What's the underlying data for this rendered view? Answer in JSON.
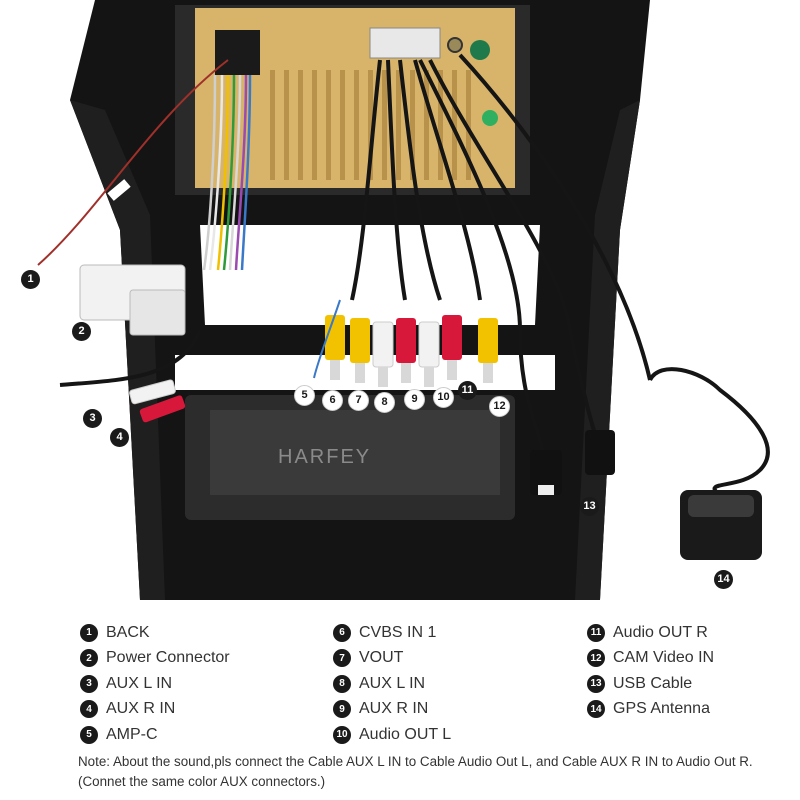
{
  "brand_label": "HARFEY",
  "legend": [
    {
      "num": "1",
      "label": "BACK"
    },
    {
      "num": "2",
      "label": "Power Connector"
    },
    {
      "num": "3",
      "label": "AUX L IN"
    },
    {
      "num": "4",
      "label": "AUX R IN"
    },
    {
      "num": "5",
      "label": "AMP-C"
    },
    {
      "num": "6",
      "label": "CVBS IN 1"
    },
    {
      "num": "7",
      "label": "VOUT"
    },
    {
      "num": "8",
      "label": "AUX L IN"
    },
    {
      "num": "9",
      "label": "AUX R IN"
    },
    {
      "num": "10",
      "label": "Audio OUT L"
    },
    {
      "num": "11",
      "label": "Audio OUT R"
    },
    {
      "num": "12",
      "label": "CAM Video IN"
    },
    {
      "num": "13",
      "label": "USB Cable"
    },
    {
      "num": "14",
      "label": "GPS Antenna"
    }
  ],
  "note": "Note: About the sound,pls connect the Cable AUX L IN to Cable Audio Out L, and Cable AUX R IN to Audio Out R.(Connet the same color AUX connectors.)",
  "colors": {
    "frame": "#141414",
    "board": "#d7b46a",
    "rca_yellow": "#f2c200",
    "rca_red": "#d8183a",
    "rca_white": "#f2f2f2"
  }
}
